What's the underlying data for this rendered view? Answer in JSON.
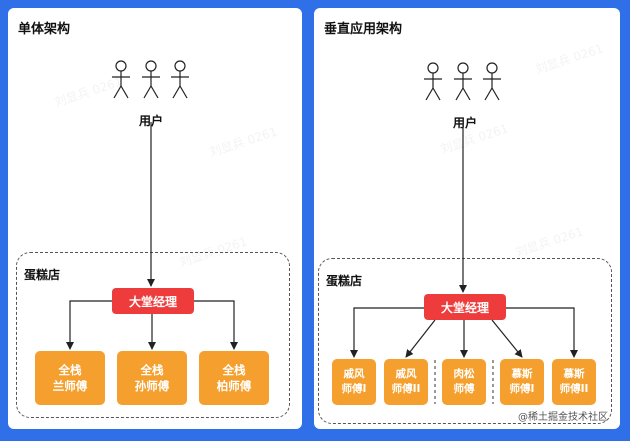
{
  "left": {
    "title": "单体架构",
    "user_label": "用户",
    "shop_label": "蛋糕店",
    "manager_label": "大堂经理",
    "workers": [
      {
        "line1": "全栈",
        "line2": "兰师傅"
      },
      {
        "line1": "全栈",
        "line2": "孙师傅"
      },
      {
        "line1": "全栈",
        "line2": "柏师傅"
      }
    ]
  },
  "right": {
    "title": "垂直应用架构",
    "user_label": "用户",
    "shop_label": "蛋糕店",
    "manager_label": "大堂经理",
    "workers": [
      {
        "line1": "戚风",
        "line2": "师傅I"
      },
      {
        "line1": "戚风",
        "line2": "师傅II"
      },
      {
        "line1": "肉松",
        "line2": "师傅"
      },
      {
        "line1": "慕斯",
        "line2": "师傅I"
      },
      {
        "line1": "慕斯",
        "line2": "师傅II"
      }
    ]
  },
  "watermark": "刘显兵 0261",
  "corner_mark": "@稀土掘金技术社区",
  "colors": {
    "background": "#2f6fe8",
    "manager": "#ee3b3b",
    "worker": "#f5a02e"
  },
  "icons": [
    "stick-figure-icon",
    "arrow-icon"
  ]
}
